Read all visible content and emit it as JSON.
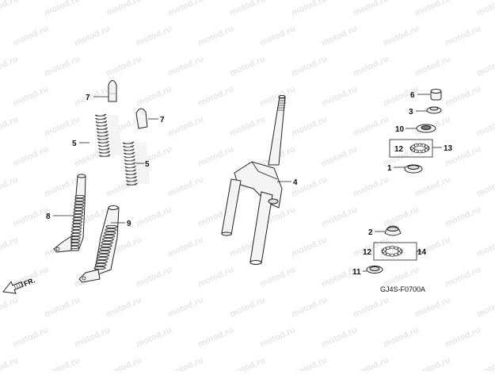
{
  "diagram": {
    "watermark": "motod.ru",
    "drawing_code": "GJ4S-F0700A",
    "front_arrow_label": "FR.",
    "callouts": {
      "c1": "1",
      "c2": "2",
      "c3": "3",
      "c4": "4",
      "c5a": "5",
      "c5b": "5",
      "c6": "6",
      "c7a": "7",
      "c7b": "7",
      "c8": "8",
      "c9": "9",
      "c10": "10",
      "c11": "11",
      "c12a": "12",
      "c12b": "12",
      "c13": "13",
      "c14": "14"
    },
    "colors": {
      "line": "#222222",
      "part_fill": "#f4f4f4",
      "shade": "#b8b8b8",
      "watermark": "#e6e6e6"
    }
  }
}
